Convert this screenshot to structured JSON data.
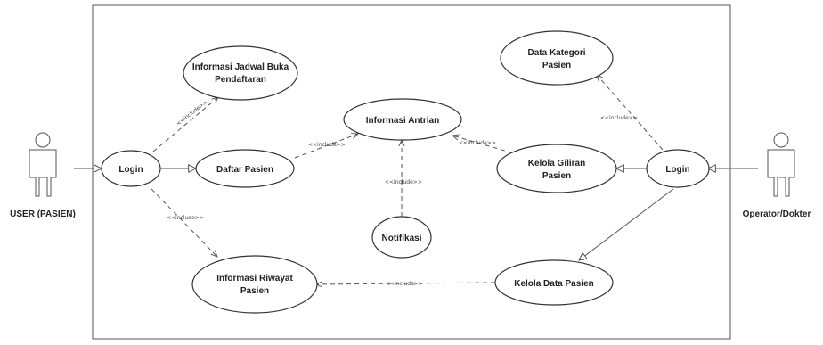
{
  "diagram": {
    "actors": {
      "user": "USER (PASIEN)",
      "operator": "Operator/Dokter"
    },
    "usecases": {
      "login_user": [
        "Login"
      ],
      "info_jadwal": [
        "Informasi Jadwal Buka",
        "Pendaftaran"
      ],
      "daftar_pasien": [
        "Daftar Pasien"
      ],
      "info_antrian": [
        "Informasi Antrian"
      ],
      "notifikasi": [
        "Notifikasi"
      ],
      "info_riwayat": [
        "Informasi Riwayat",
        "Pasien"
      ],
      "data_kategori": [
        "Data Kategori",
        "Pasien"
      ],
      "kelola_giliran": [
        "Kelola Giliran",
        "Pasien"
      ],
      "login_operator": [
        "Login"
      ],
      "kelola_data": [
        "Kelola Data Pasien"
      ]
    },
    "relation_label": "<<include>>",
    "colors": {
      "line": "#555555",
      "stroke": "#333333",
      "fill": "#ffffff"
    },
    "icons": [
      "actor-icon",
      "arrow-head-icon"
    ]
  }
}
